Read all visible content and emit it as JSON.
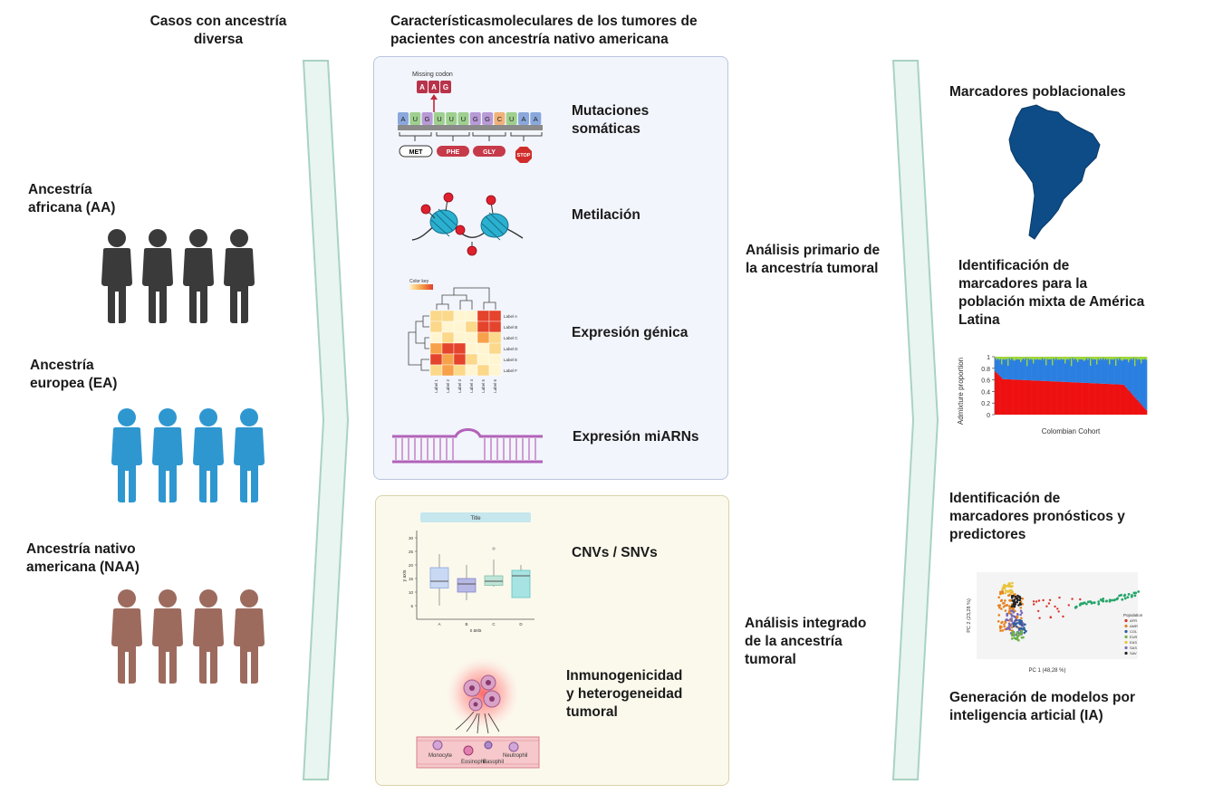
{
  "left": {
    "header_line1": "Casos con ancestría",
    "header_line2": "diversa",
    "groups": [
      {
        "line1": "Ancestría",
        "line2": "africana (AA)",
        "color": "#3a3a3a"
      },
      {
        "line1": "Ancestría",
        "line2": "europea (EA)",
        "color": "#2f97d0"
      },
      {
        "line1": "Ancestría nativo",
        "line2": "americana (NAA)",
        "color": "#9c6b5e"
      }
    ]
  },
  "middle": {
    "header_line1": "Característicasmoleculares de los tumores de",
    "header_line2": "pacientes con ancestría nativo americana",
    "top_panel_items": [
      {
        "line1": "Mutaciones",
        "line2": "somáticas"
      },
      {
        "line1": "Metilación",
        "line2": ""
      },
      {
        "line1": "Expresión génica",
        "line2": ""
      },
      {
        "line1": "Expresión miARNs",
        "line2": ""
      }
    ],
    "bottom_panel_items": [
      {
        "line1": "CNVs / SNVs",
        "line2": "",
        "line3": ""
      },
      {
        "line1": "Inmunogenicidad",
        "line2": "y heterogeneidad",
        "line3": "tumoral"
      }
    ],
    "codon": {
      "missing_label": "Missing codon",
      "missing_letters": [
        "A",
        "A",
        "G"
      ],
      "sequence": [
        "A",
        "U",
        "G",
        "U",
        "U",
        "U",
        "G",
        "G",
        "C",
        "U",
        "A",
        "A"
      ],
      "aminoacids": [
        "MET",
        "PHE",
        "GLY",
        "STOP"
      ]
    },
    "heatmap": {
      "key_label": "Color key",
      "row_labels": [
        "Label A",
        "Label B",
        "Label C",
        "Label D",
        "Label E",
        "Label F"
      ],
      "col_labels": [
        "Label 1",
        "Label 2",
        "Label 3",
        "Label 4",
        "Label 5",
        "Label 6"
      ]
    },
    "boxplot": {
      "title": "Title",
      "y_label": "y axis",
      "x_label": "x axis",
      "y_ticks": [
        "30",
        "25",
        "20",
        "15",
        "10",
        "5"
      ],
      "categories": [
        "A",
        "B",
        "C",
        "D"
      ]
    },
    "immune": {
      "cell_labels": [
        "Monocyte",
        "Eosinophil",
        "Basophil",
        "Neutrophil"
      ]
    }
  },
  "analysis": {
    "primary_line1": "Análisis primario de",
    "primary_line2": "la ancestría tumoral",
    "integrated_line1": "Análisis integrado",
    "integrated_line2": "de la ancestría",
    "integrated_line3": "tumoral"
  },
  "right": {
    "pop_markers": "Marcadores poblacionales",
    "mixed_line1": "Identificación de",
    "mixed_line2": "marcadores para la",
    "mixed_line3": "población mixta de América",
    "mixed_line4": "Latina",
    "admix_ylabel": "Admixture proportion",
    "admix_xlabel": "Colombian Cohort",
    "admix_ticks": [
      "1",
      "0.8",
      "0.6",
      "0.4",
      "0.2",
      "0"
    ],
    "prog_line1": "Identificación de",
    "prog_line2": "marcadores pronósticos y",
    "prog_line3": "predictores",
    "pca_xlabel": "PC 1 (48,28 %)",
    "pca_ylabel": "PC 2 (23,28 %)",
    "pca_legend_title": "Population",
    "pca_legend": [
      "AFR",
      "AMR",
      "COL",
      "EUR",
      "EAS",
      "SAS",
      "SAV"
    ],
    "ai_line1": "Generación de modelos por",
    "ai_line2": "inteligencia articial (IA)"
  },
  "colors": {
    "chevron_fill": "#e9f5f0",
    "chevron_stroke": "#a8d3c2",
    "map_fill": "#0d4c86",
    "admix_red": "#ee1111",
    "admix_blue": "#2b7fe0",
    "admix_green": "#9fd63a"
  }
}
